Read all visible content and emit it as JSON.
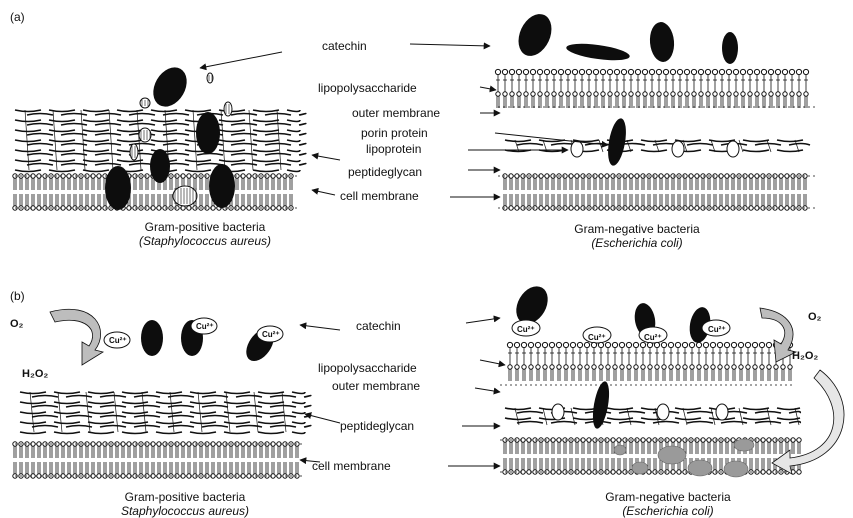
{
  "panels": [
    {
      "tag": "(a)",
      "labels": {
        "catechin": "catechin",
        "lipopolysaccharide": "lipopolysaccharide",
        "outer_membrane": "outer membrane",
        "porin_protein": "porin protein",
        "lipoprotein": "lipoprotein",
        "peptideglycan": "peptideglycan",
        "cell_membrane": "cell membrane"
      },
      "left_caption": {
        "name": "Gram-positive bacteria",
        "species": "(Staphylococcus aureus)"
      },
      "right_caption": {
        "name": "Gram-negative bacteria",
        "species": "(Escherichia coli)"
      }
    },
    {
      "tag": "(b)",
      "labels": {
        "catechin": "catechin",
        "lipopolysaccharide": "lipopolysaccharide",
        "outer_membrane": "outer membrane",
        "peptideglycan": "peptideglycan",
        "cell_membrane": "cell membrane"
      },
      "left_caption": {
        "name": "Gram-positive bacteria",
        "species": "Staphylococcus aureus)"
      },
      "right_caption": {
        "name": "Gram-negative bacteria",
        "species": "(Escherichia coli)"
      },
      "chem": {
        "o2": "O₂",
        "h2o2": "H₂O₂",
        "cu": "Cu²⁺"
      }
    }
  ],
  "colors": {
    "ink": "#111111",
    "fill_dark": "#0d0d0d",
    "fill_gray": "#9a9a9a",
    "arrow_gray": "#bdbdbd"
  }
}
